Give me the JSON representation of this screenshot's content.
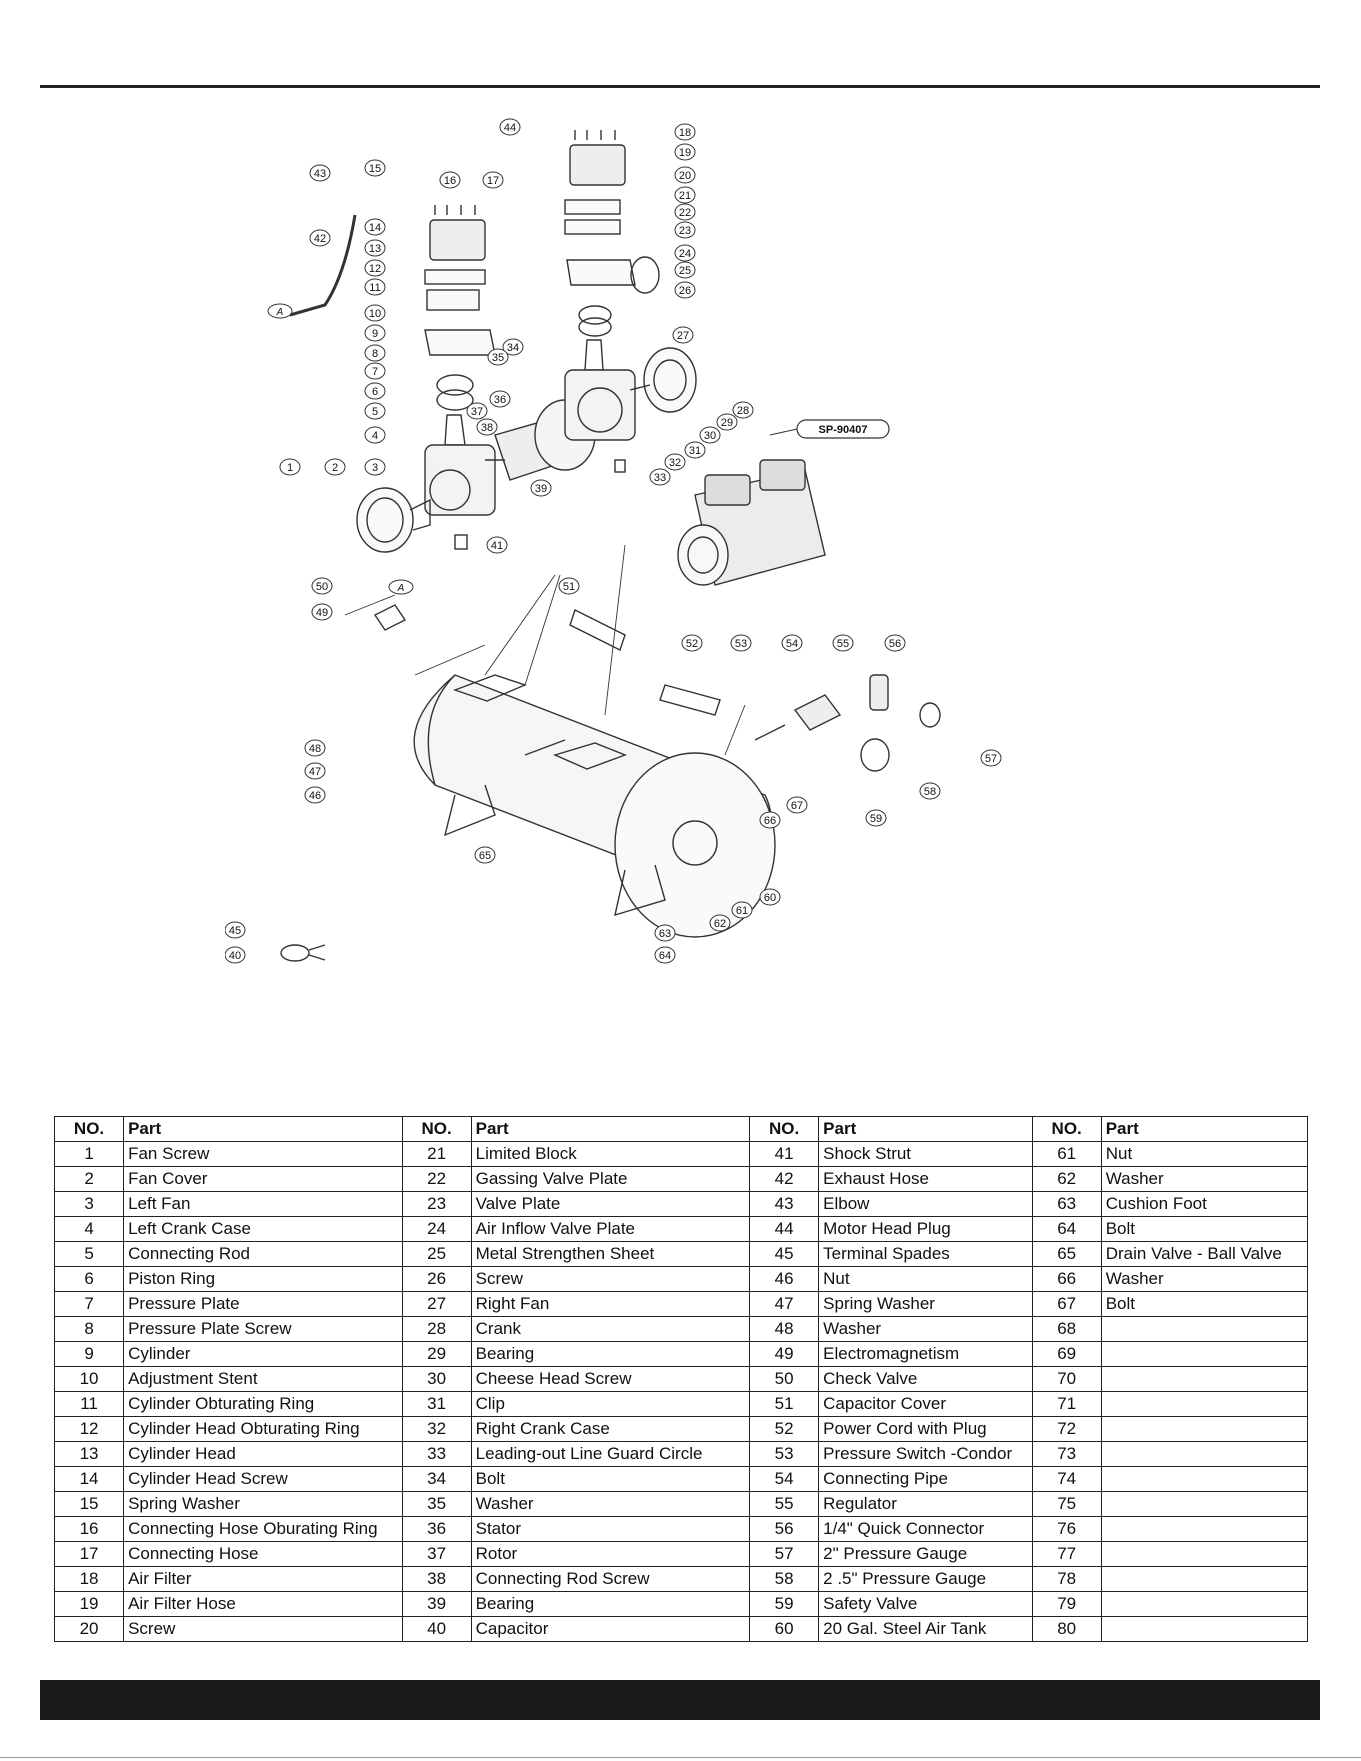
{
  "diagram": {
    "model_label": "SP-90407",
    "ref_label": "A",
    "callouts": [
      "1",
      "2",
      "3",
      "4",
      "5",
      "6",
      "7",
      "8",
      "9",
      "10",
      "11",
      "12",
      "13",
      "14",
      "15",
      "16",
      "17",
      "18",
      "19",
      "20",
      "21",
      "22",
      "23",
      "24",
      "25",
      "26",
      "27",
      "28",
      "29",
      "30",
      "31",
      "32",
      "33",
      "34",
      "35",
      "36",
      "37",
      "38",
      "39",
      "40",
      "41",
      "42",
      "43",
      "44",
      "45",
      "46",
      "47",
      "48",
      "49",
      "50",
      "51",
      "52",
      "53",
      "54",
      "55",
      "56",
      "57",
      "58",
      "59",
      "60",
      "61",
      "62",
      "63",
      "64",
      "65",
      "66",
      "67"
    ]
  },
  "table": {
    "headers": {
      "no": "NO.",
      "part": "Part"
    },
    "rows": [
      [
        [
          "1",
          "Fan Screw"
        ],
        [
          "21",
          "Limited Block"
        ],
        [
          "41",
          "Shock Strut"
        ],
        [
          "61",
          "Nut"
        ]
      ],
      [
        [
          "2",
          "Fan Cover"
        ],
        [
          "22",
          "Gassing Valve Plate"
        ],
        [
          "42",
          "Exhaust Hose"
        ],
        [
          "62",
          "Washer"
        ]
      ],
      [
        [
          "3",
          "Left Fan"
        ],
        [
          "23",
          "Valve Plate"
        ],
        [
          "43",
          "Elbow"
        ],
        [
          "63",
          "Cushion Foot"
        ]
      ],
      [
        [
          "4",
          "Left Crank Case"
        ],
        [
          "24",
          "Air Inflow Valve Plate"
        ],
        [
          "44",
          "Motor Head Plug"
        ],
        [
          "64",
          "Bolt"
        ]
      ],
      [
        [
          "5",
          "Connecting Rod"
        ],
        [
          "25",
          "Metal Strengthen Sheet"
        ],
        [
          "45",
          "Terminal Spades"
        ],
        [
          "65",
          "Drain Valve - Ball Valve"
        ]
      ],
      [
        [
          "6",
          "Piston Ring"
        ],
        [
          "26",
          "Screw"
        ],
        [
          "46",
          "Nut"
        ],
        [
          "66",
          "Washer"
        ]
      ],
      [
        [
          "7",
          "Pressure Plate"
        ],
        [
          "27",
          "Right Fan"
        ],
        [
          "47",
          "Spring Washer"
        ],
        [
          "67",
          "Bolt"
        ]
      ],
      [
        [
          "8",
          "Pressure Plate Screw"
        ],
        [
          "28",
          "Crank"
        ],
        [
          "48",
          "Washer"
        ],
        [
          "68",
          ""
        ]
      ],
      [
        [
          "9",
          "Cylinder"
        ],
        [
          "29",
          "Bearing"
        ],
        [
          "49",
          "Electromagnetism"
        ],
        [
          "69",
          ""
        ]
      ],
      [
        [
          "10",
          "Adjustment Stent"
        ],
        [
          "30",
          "Cheese Head Screw"
        ],
        [
          "50",
          "Check Valve"
        ],
        [
          "70",
          ""
        ]
      ],
      [
        [
          "11",
          "Cylinder Obturating Ring"
        ],
        [
          "31",
          "Clip"
        ],
        [
          "51",
          "Capacitor Cover"
        ],
        [
          "71",
          ""
        ]
      ],
      [
        [
          "12",
          "Cylinder Head Obturating Ring"
        ],
        [
          "32",
          "Right Crank Case"
        ],
        [
          "52",
          "Power Cord with Plug"
        ],
        [
          "72",
          ""
        ]
      ],
      [
        [
          "13",
          "Cylinder Head"
        ],
        [
          "33",
          "Leading-out Line Guard Circle"
        ],
        [
          "53",
          "Pressure Switch -Condor"
        ],
        [
          "73",
          ""
        ]
      ],
      [
        [
          "14",
          "Cylinder Head Screw"
        ],
        [
          "34",
          "Bolt"
        ],
        [
          "54",
          "Connecting Pipe"
        ],
        [
          "74",
          ""
        ]
      ],
      [
        [
          "15",
          "Spring Washer"
        ],
        [
          "35",
          "Washer"
        ],
        [
          "55",
          "Regulator"
        ],
        [
          "75",
          ""
        ]
      ],
      [
        [
          "16",
          "Connecting Hose Oburating Ring"
        ],
        [
          "36",
          "Stator"
        ],
        [
          "56",
          "1/4\" Quick Connector"
        ],
        [
          "76",
          ""
        ]
      ],
      [
        [
          "17",
          "Connecting Hose"
        ],
        [
          "37",
          "Rotor"
        ],
        [
          "57",
          "2\" Pressure Gauge"
        ],
        [
          "77",
          ""
        ]
      ],
      [
        [
          "18",
          "Air Filter"
        ],
        [
          "38",
          "Connecting Rod Screw"
        ],
        [
          "58",
          "2 .5\" Pressure Gauge"
        ],
        [
          "78",
          ""
        ]
      ],
      [
        [
          "19",
          "Air Filter Hose"
        ],
        [
          "39",
          "Bearing"
        ],
        [
          "59",
          "Safety Valve"
        ],
        [
          "79",
          ""
        ]
      ],
      [
        [
          "20",
          "Screw"
        ],
        [
          "40",
          "Capacitor"
        ],
        [
          "60",
          "20 Gal. Steel Air Tank"
        ],
        [
          "80",
          ""
        ]
      ]
    ]
  }
}
